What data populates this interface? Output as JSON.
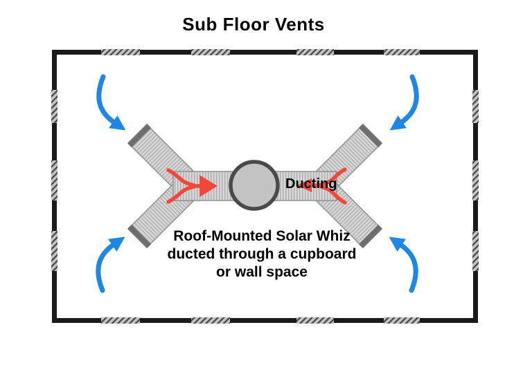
{
  "title": "Sub Floor Vents",
  "diagram": {
    "duct_label": "Ducting",
    "caption": {
      "line1": "Roof-Mounted Solar Whiz",
      "line2": "ducted through a cupboard",
      "line3": "or wall space"
    },
    "colors": {
      "inflow_arrow_blue": "#1d87e8",
      "warm_air_arrow_red": "#f4473a",
      "wall_black": "#1b1b1b",
      "vent_base_gray": "#c6c6c6",
      "vent_stripe_gray": "#4d4d4d",
      "duct_base_gray": "#d8d8d8",
      "duct_rib_gray": "#aeaeae",
      "duct_edge_gray": "#909090",
      "duct_cap_gray": "#6e6e6e",
      "fan_fill_gray": "#c4c4c4",
      "fan_ring_gray": "#4a4a4a",
      "text_black": "#000000"
    }
  }
}
